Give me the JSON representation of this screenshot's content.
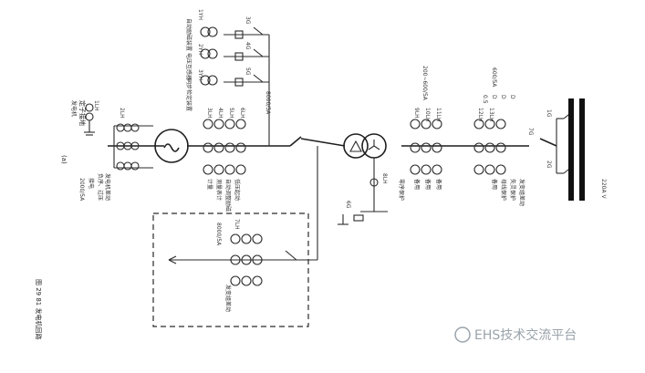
{
  "figure": {
    "caption": "图 29 81 发电机回路",
    "sub_label": "(a)"
  },
  "voltage": {
    "gen_ct": "8000/5A",
    "stator_ct": "2000/5A",
    "bus": "220A V",
    "xfmr_ct": "200~600/5A",
    "feeder_ct": "600/5A"
  },
  "labels": {
    "left_meter": "定子接地",
    "left_meter2": "发电机",
    "left_bottom1": "接电",
    "left_bottom2": "负序、过压",
    "left_bottom3": "发电机差动",
    "gen_relay_a": "计量",
    "gen_relay_b": "测量表计",
    "gen_relay_c": "自动调整励磁",
    "gen_relay_d": "低压起动",
    "top_a": "自动励磁装置",
    "top_b": "电压互感器",
    "top_c": "同步检定装置",
    "dash_a": "8000/5A",
    "dash_b": "发变组差动",
    "xf_a": "零序保护",
    "xf_b": "备用",
    "xf_c": "备用",
    "xf_d": "备用",
    "fd_a": "发变组差动",
    "fd_b": "失灵保护",
    "fd_c": "母线保护",
    "fd_d": "备用",
    "tags": [
      "1LH",
      "2LH",
      "3LH",
      "4LH",
      "5LH",
      "6LH",
      "7LH",
      "8LH",
      "9LH",
      "10LH",
      "11LH",
      "12LH",
      "13LH"
    ],
    "sw_tags": [
      "1G",
      "2G",
      "3G",
      "4G",
      "5G",
      "6G",
      "7G"
    ],
    "accuracy": [
      "D",
      "D",
      "D",
      "0.5"
    ],
    "ym": [
      "1YH",
      "2YH",
      "3YH"
    ]
  },
  "watermark": "EHS技术交流平台"
}
